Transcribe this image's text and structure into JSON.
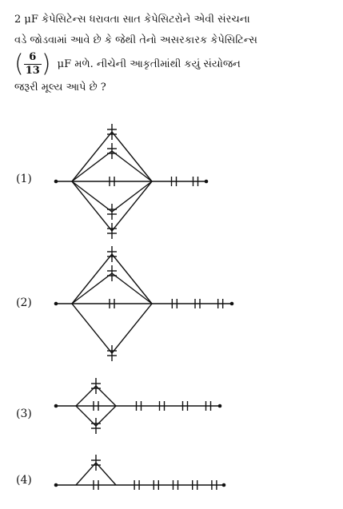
{
  "question": {
    "line1": "2 μF કેપેસિટેન્સ ધરાવતા સાત કેપેસિટરોને એવી સંરચના",
    "line2": "વડે જોડવામાં આવે છે કે જેથી તેનો અસરકારક કેપેસિટિન્સ",
    "fraction_numerator": "6",
    "fraction_denominator": "13",
    "line3_rest": "μF મળે.  નીચેની આકૃતીમાંથી કયું સંયોજન",
    "line4": "જરૂરી મૂલ્ય આપે છે ?"
  },
  "options": [
    {
      "label": "(1)",
      "parallel_count": 5,
      "series_count": 2
    },
    {
      "label": "(2)",
      "parallel_count": 4,
      "series_count": 3
    },
    {
      "label": "(3)",
      "parallel_count": 3,
      "series_count": 4
    },
    {
      "label": "(4)",
      "parallel_count": 2,
      "series_count": 5
    }
  ]
}
